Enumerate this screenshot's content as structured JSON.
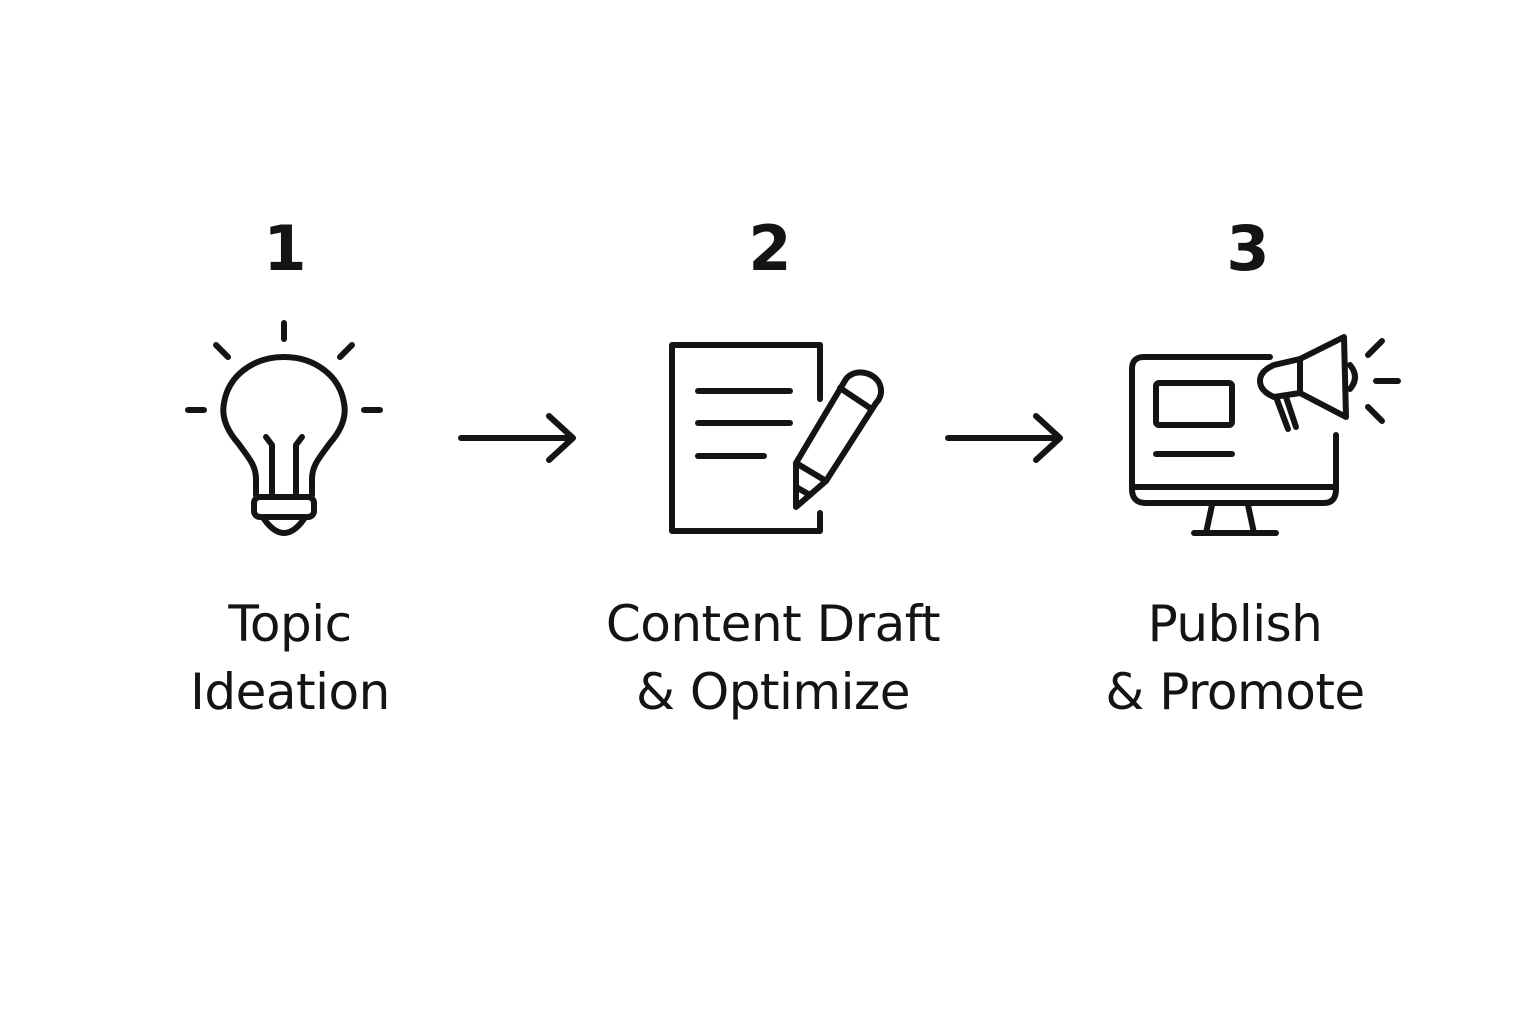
{
  "steps": [
    {
      "number": "1",
      "label_line1": "Topic",
      "label_line2": "Ideation",
      "icon": "lightbulb-icon"
    },
    {
      "number": "2",
      "label_line1": "Content Draft",
      "label_line2": "& Optimize",
      "icon": "document-pencil-icon"
    },
    {
      "number": "3",
      "label_line1": "Publish",
      "label_line2": "& Promote",
      "icon": "monitor-megaphone-icon"
    }
  ],
  "colors": {
    "ink": "#141414",
    "background": "#ffffff"
  }
}
